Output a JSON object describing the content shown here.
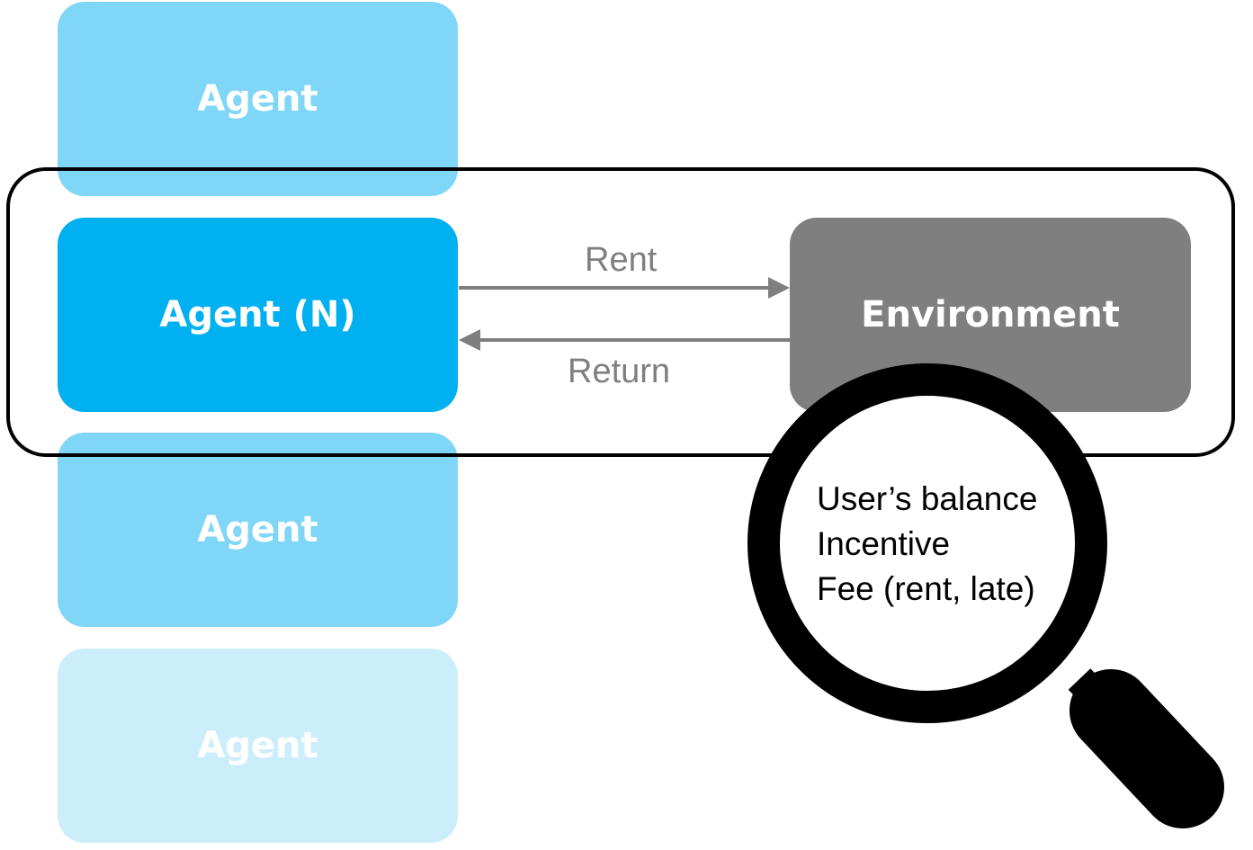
{
  "agents": {
    "top_label": "Agent",
    "main_label": "Agent (N)",
    "middle_label": "Agent",
    "bottom_label": "Agent"
  },
  "environment": {
    "label": "Environment"
  },
  "arrows": {
    "rent_label": "Rent",
    "return_label": "Return"
  },
  "magnifier": {
    "lines": [
      "User’s balance",
      "Incentive",
      "Fee (rent, late)"
    ]
  },
  "colors": {
    "agent_main": "#00b0f0",
    "agent_faded": "#80d6f7",
    "agent_very_faded": "#cceefb",
    "environment": "#7f7f7f",
    "arrow": "#7f7f7f",
    "frame": "#000000"
  }
}
